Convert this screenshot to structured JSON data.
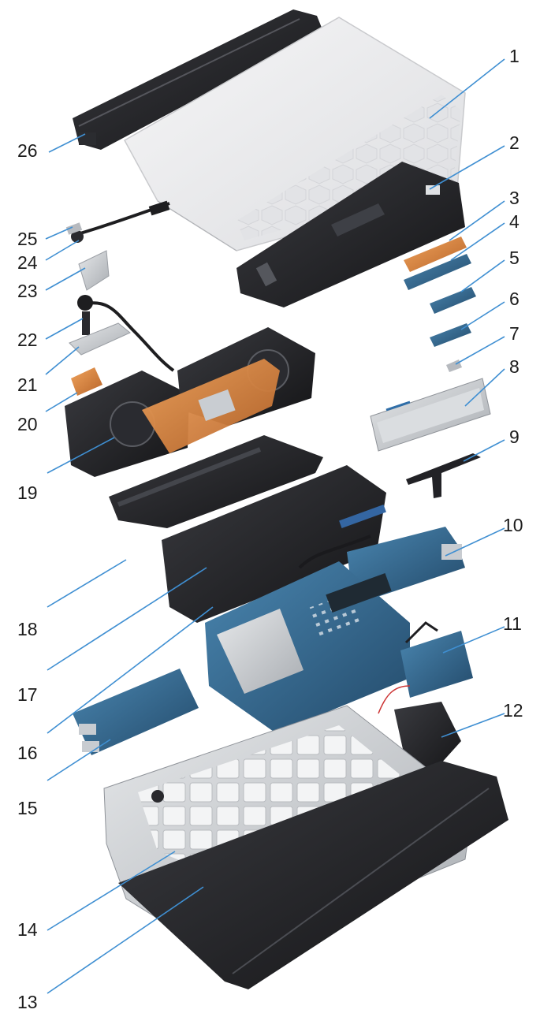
{
  "callouts": [
    {
      "id": 1,
      "label": "1"
    },
    {
      "id": 2,
      "label": "2"
    },
    {
      "id": 3,
      "label": "3"
    },
    {
      "id": 4,
      "label": "4"
    },
    {
      "id": 5,
      "label": "5"
    },
    {
      "id": 6,
      "label": "6"
    },
    {
      "id": 7,
      "label": "7"
    },
    {
      "id": 8,
      "label": "8"
    },
    {
      "id": 9,
      "label": "9"
    },
    {
      "id": 10,
      "label": "10"
    },
    {
      "id": 11,
      "label": "11"
    },
    {
      "id": 12,
      "label": "12"
    },
    {
      "id": 13,
      "label": "13"
    },
    {
      "id": 14,
      "label": "14"
    },
    {
      "id": 15,
      "label": "15"
    },
    {
      "id": 16,
      "label": "16"
    },
    {
      "id": 17,
      "label": "17"
    },
    {
      "id": 18,
      "label": "18"
    },
    {
      "id": 19,
      "label": "19"
    },
    {
      "id": 20,
      "label": "20"
    },
    {
      "id": 21,
      "label": "21"
    },
    {
      "id": 22,
      "label": "22"
    },
    {
      "id": 23,
      "label": "23"
    },
    {
      "id": 24,
      "label": "24"
    },
    {
      "id": 25,
      "label": "25"
    },
    {
      "id": 26,
      "label": "26"
    }
  ],
  "colors": {
    "leader_line": "#3f8fd2",
    "label_text": "#1c1c1c",
    "chassis_dark": "#1f1f22",
    "base_cover": "#ededee",
    "copper": "#d8843c",
    "pcb_blue": "#2f5f86",
    "palmrest_silver": "#cfd2d6"
  }
}
